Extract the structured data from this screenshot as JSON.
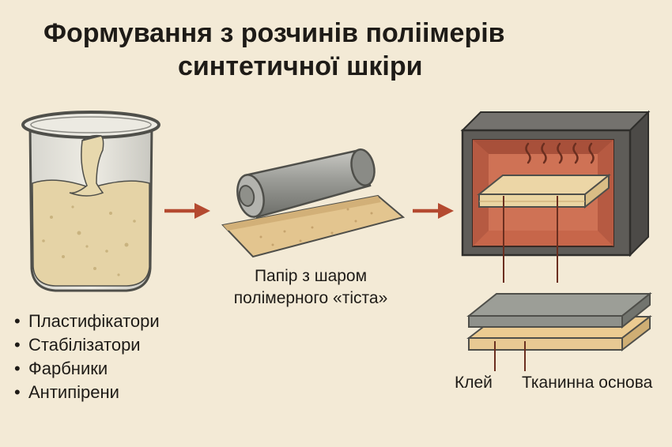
{
  "title": {
    "line1": "Формування з розчинів поліімерів",
    "line2": "синтетичної шкіри"
  },
  "beaker": {
    "ingredients": [
      "Пластифікатори",
      "Стабілізатори",
      "Фарбники",
      "Антипірени"
    ]
  },
  "roller": {
    "caption_line1": "Папір з шаром",
    "caption_line2": "полімерного «тіста»"
  },
  "oven": {
    "label_glue": "Клей",
    "label_fabric": "Тканинна основа"
  },
  "colors": {
    "background": "#f3ead6",
    "arrow": "#b44a30",
    "paste": "#e5d3a6",
    "oven_body": "#5e5c58",
    "oven_interior": "#c7664a",
    "fabric": "#e8c993",
    "polymer_layer": "#8f918b"
  },
  "icons": [
    "beaker-icon",
    "roller-icon",
    "oven-icon",
    "heat-wave-icon",
    "arrow-right-icon"
  ]
}
